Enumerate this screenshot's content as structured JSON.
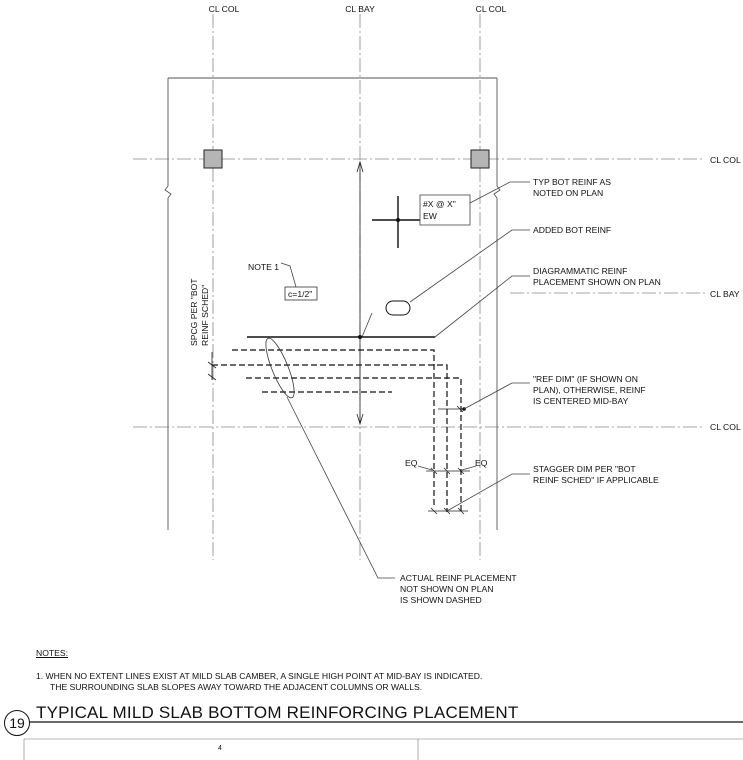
{
  "gridlines": {
    "cl_col_left": "CL COL",
    "cl_bay_top": "CL BAY",
    "cl_col_right": "CL COL",
    "cl_col_row_top": "CL COL",
    "cl_bay_row": "CL BAY",
    "cl_col_row_bottom": "CL COL"
  },
  "callouts": {
    "typ_bot_reinf": [
      "TYP BOT REINF AS",
      "NOTED ON PLAN"
    ],
    "bar_spec": [
      "#X @ X\"",
      "EW"
    ],
    "added_bot_reinf": "ADDED BOT REINF",
    "diagrammatic": [
      "DIAGRAMMATIC REINF",
      "PLACEMENT SHOWN ON PLAN"
    ],
    "note1": "NOTE 1",
    "camber": "c=1/2\"",
    "spcg": [
      "SPCG PER \"BOT",
      "REINF SCHED\""
    ],
    "ref_dim": [
      "\"REF DIM\" (IF SHOWN ON",
      "PLAN), OTHERWISE, REINF",
      "IS CENTERED MID-BAY"
    ],
    "eq_left": "EQ",
    "eq_right": "EQ",
    "stagger": [
      "STAGGER DIM  PER \"BOT",
      "REINF SCHED\" IF APPLICABLE"
    ],
    "actual": [
      "ACTUAL REINF PLACEMENT",
      "NOT SHOWN ON PLAN",
      "IS SHOWN DASHED"
    ]
  },
  "notes": {
    "heading": "NOTES:",
    "note1_line1": "1.   WHEN NO EXTENT LINES EXIST AT MILD SLAB CAMBER, A SINGLE HIGH POINT AT MID-BAY IS INDICATED.",
    "note1_line2": "THE SURROUNDING SLAB SLOPES AWAY TOWARD THE ADJACENT COLUMNS OR WALLS."
  },
  "title_block": {
    "detail_number": "19",
    "title": "TYPICAL MILD SLAB BOTTOM  REINFORCING PLACEMENT",
    "page_number": "4"
  }
}
